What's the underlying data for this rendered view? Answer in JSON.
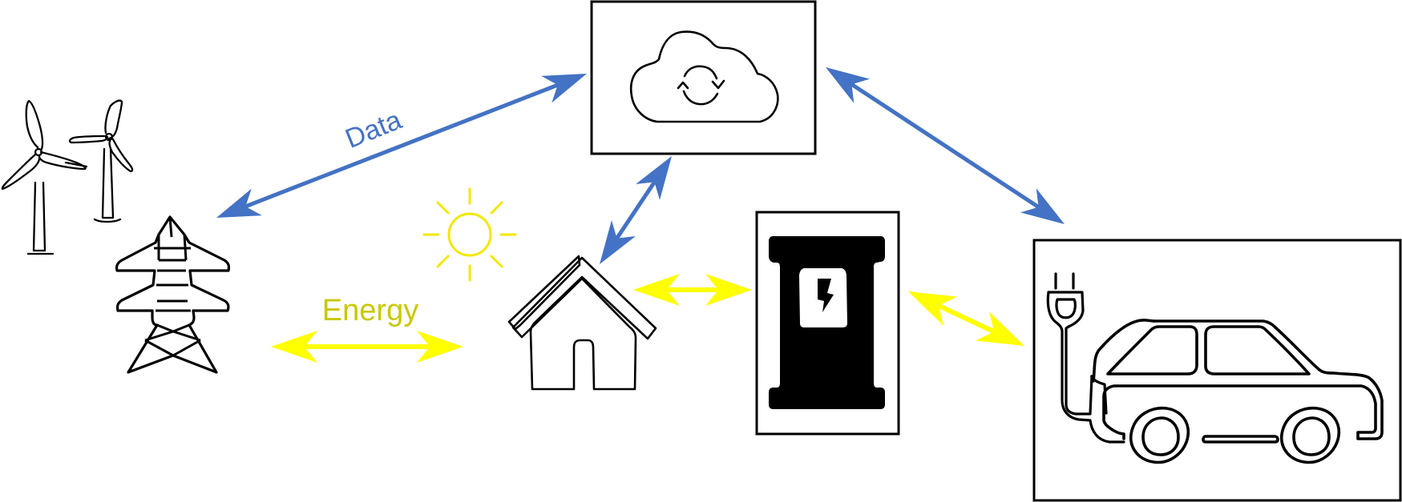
{
  "labels": {
    "data": "Data",
    "energy": "Energy"
  },
  "nodes": [
    {
      "id": "cloud",
      "icon": "cloud-sync-icon",
      "boxed": true
    },
    {
      "id": "wind-turbines",
      "icon": "wind-turbine-icon",
      "boxed": false
    },
    {
      "id": "power-grid",
      "icon": "transmission-tower-icon",
      "boxed": false
    },
    {
      "id": "sun",
      "icon": "sun-icon",
      "boxed": false
    },
    {
      "id": "house",
      "icon": "house-icon",
      "boxed": false
    },
    {
      "id": "charging-station",
      "icon": "ev-charger-icon",
      "boxed": true
    },
    {
      "id": "electric-car",
      "icon": "electric-car-icon",
      "boxed": true
    }
  ],
  "links": [
    {
      "type": "data",
      "from": "power-grid",
      "to": "cloud"
    },
    {
      "type": "data",
      "from": "house",
      "to": "cloud"
    },
    {
      "type": "data",
      "from": "cloud",
      "to": "electric-car"
    },
    {
      "type": "energy",
      "from": "power-grid",
      "to": "house"
    },
    {
      "type": "energy",
      "from": "house",
      "to": "charging-station"
    },
    {
      "type": "energy",
      "from": "charging-station",
      "to": "electric-car"
    }
  ],
  "colors": {
    "data": "#4472c4",
    "energy": "#ffff00",
    "energy_label": "#c8c800",
    "sun": "#f2e800",
    "line": "#000000",
    "background": "#ffffff"
  }
}
